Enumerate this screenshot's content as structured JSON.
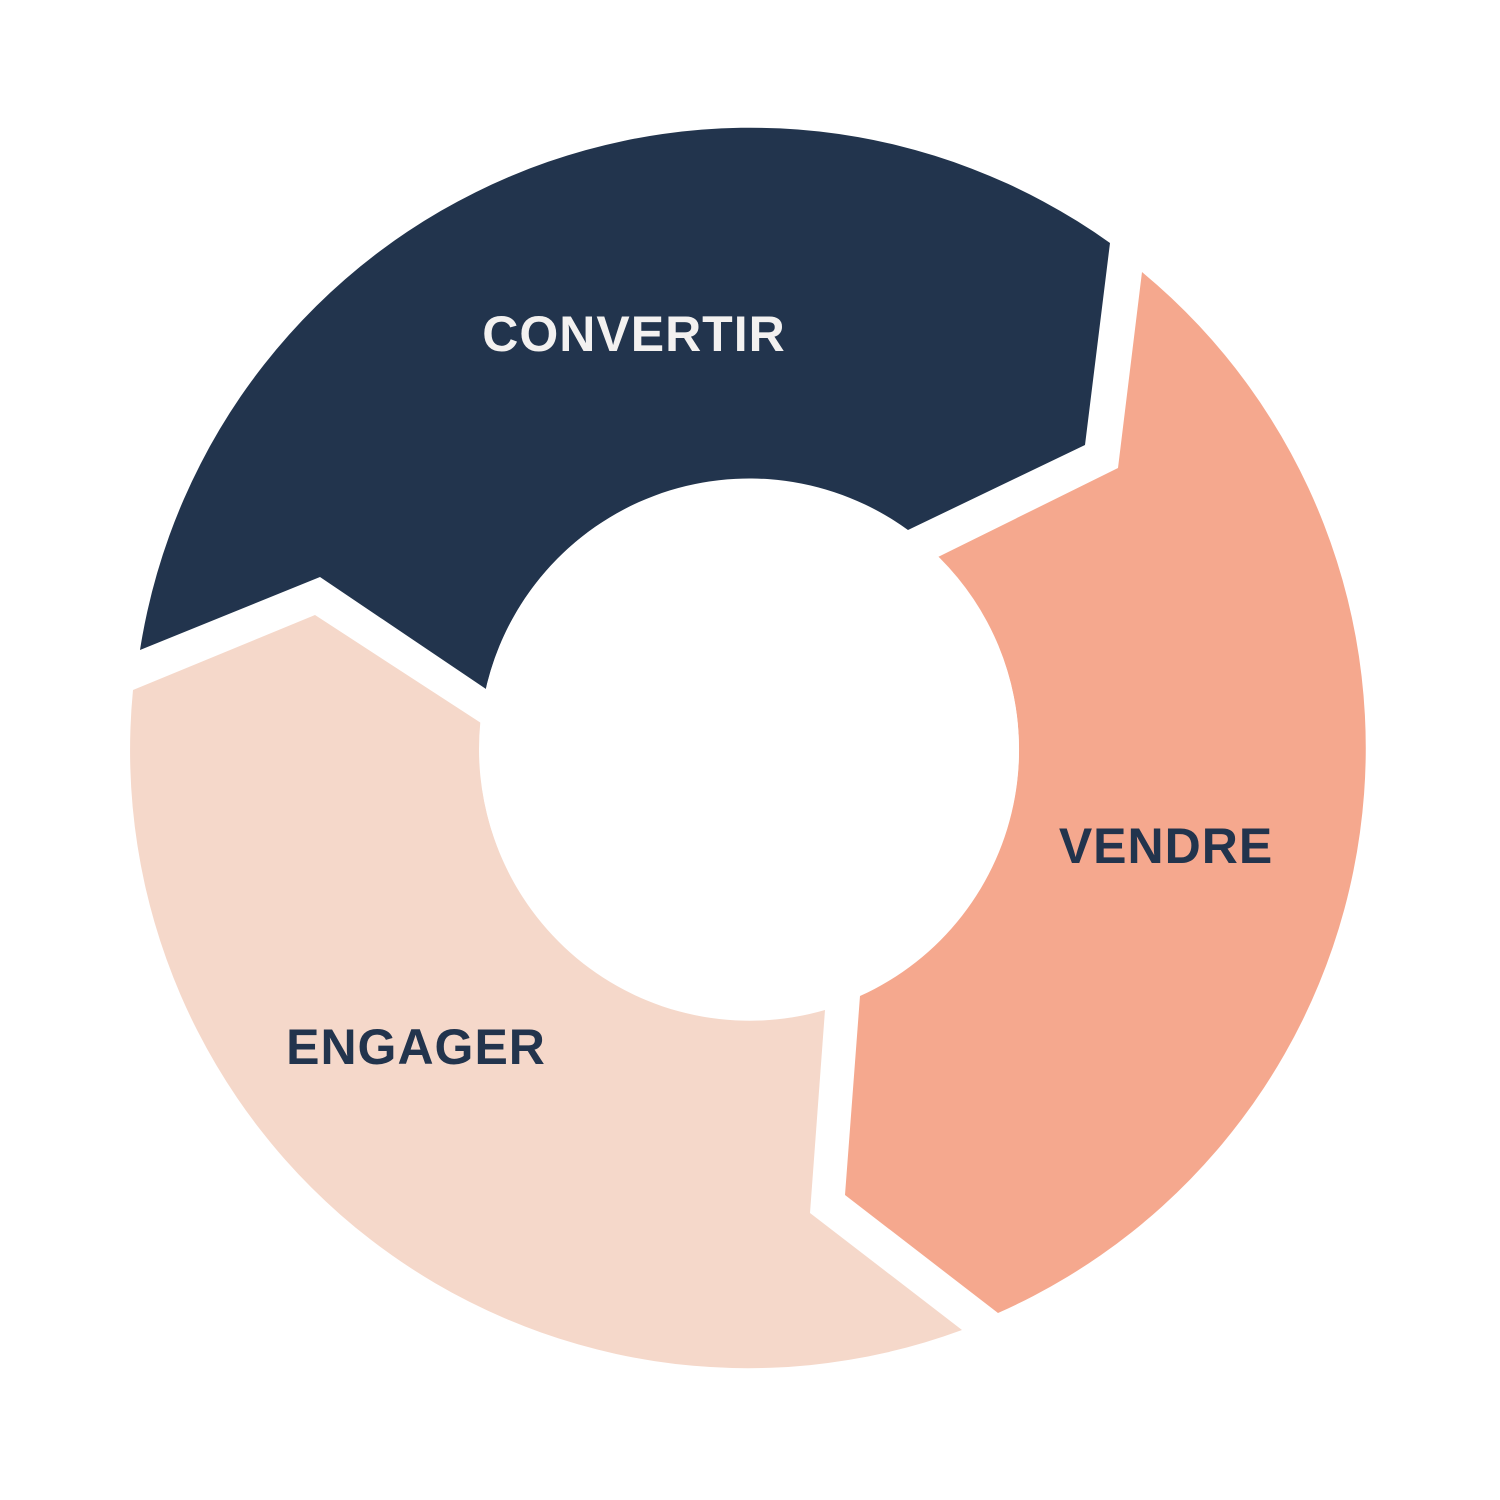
{
  "diagram": {
    "type": "cycle",
    "background": "#ffffff",
    "hole_color": "#ffffff",
    "segments": [
      {
        "id": "convertir",
        "label": "CONVERTIR",
        "fill": "#22344d",
        "text_color": "#f3f1f0"
      },
      {
        "id": "vendre",
        "label": "VENDRE",
        "fill": "#f5a88e",
        "text_color": "#22344d"
      },
      {
        "id": "engager",
        "label": "ENGAGER",
        "fill": "#f5d8ca",
        "text_color": "#22344d"
      }
    ]
  }
}
